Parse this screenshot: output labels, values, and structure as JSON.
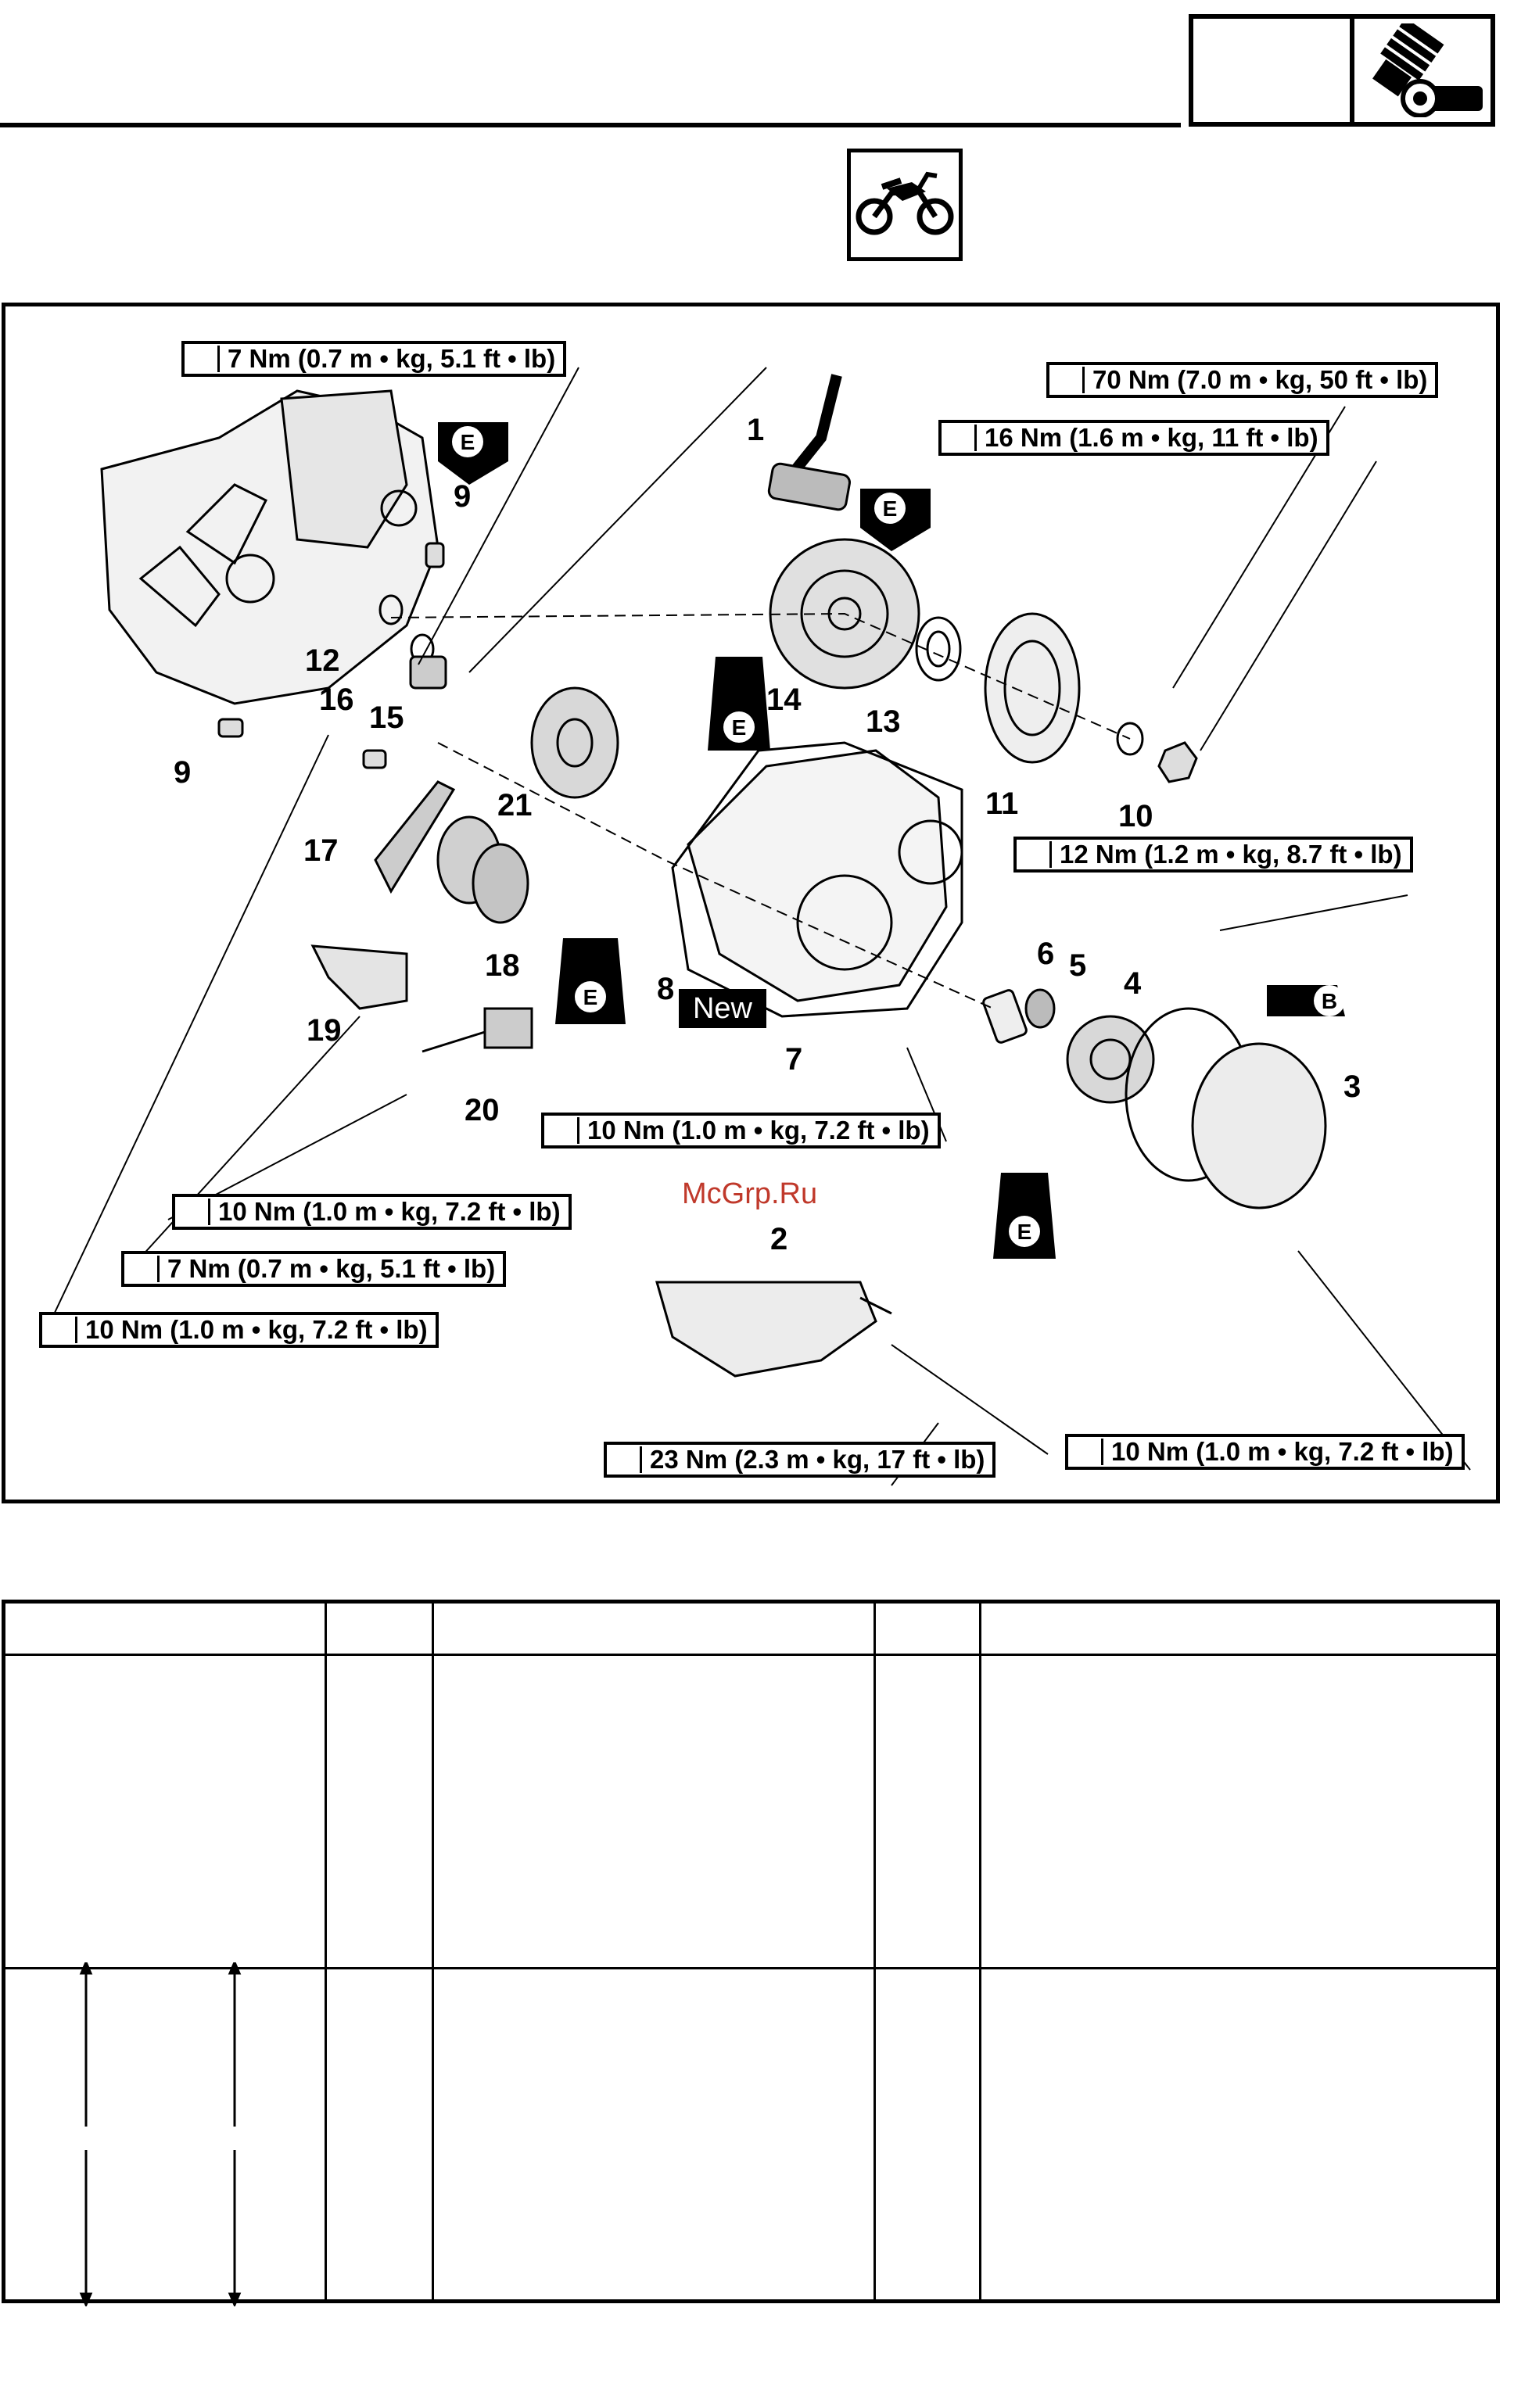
{
  "torque_specs": [
    "7 Nm (0.7 m • kg, 5.1 ft • lb)",
    "70 Nm (7.0 m • kg, 50 ft • lb)",
    "16 Nm (1.6 m • kg, 11 ft • lb)",
    "12 Nm (1.2 m • kg, 8.7 ft • lb)",
    "10 Nm (1.0 m • kg, 7.2 ft • lb)",
    "10 Nm (1.0 m • kg, 7.2 ft • lb)",
    "7 Nm (0.7 m • kg, 5.1 ft • lb)",
    "10 Nm (1.0 m • kg, 7.2 ft • lb)",
    "23 Nm (2.3 m • kg, 17 ft • lb)",
    "10 Nm (1.0 m • kg, 7.2 ft • lb)"
  ],
  "part_numbers": [
    "1",
    "2",
    "3",
    "4",
    "5",
    "6",
    "7",
    "8",
    "9",
    "9",
    "10",
    "11",
    "12",
    "13",
    "14",
    "15",
    "16",
    "17",
    "18",
    "19",
    "20",
    "21"
  ],
  "lube_marks": [
    "E",
    "E",
    "E",
    "E",
    "E",
    "B"
  ],
  "new_label": "New",
  "watermark": "McGrp.Ru",
  "icons": [
    "engine-icon",
    "motorcycle-icon",
    "wrench-icon",
    "oil-can-icon",
    "grease-gun-icon"
  ]
}
